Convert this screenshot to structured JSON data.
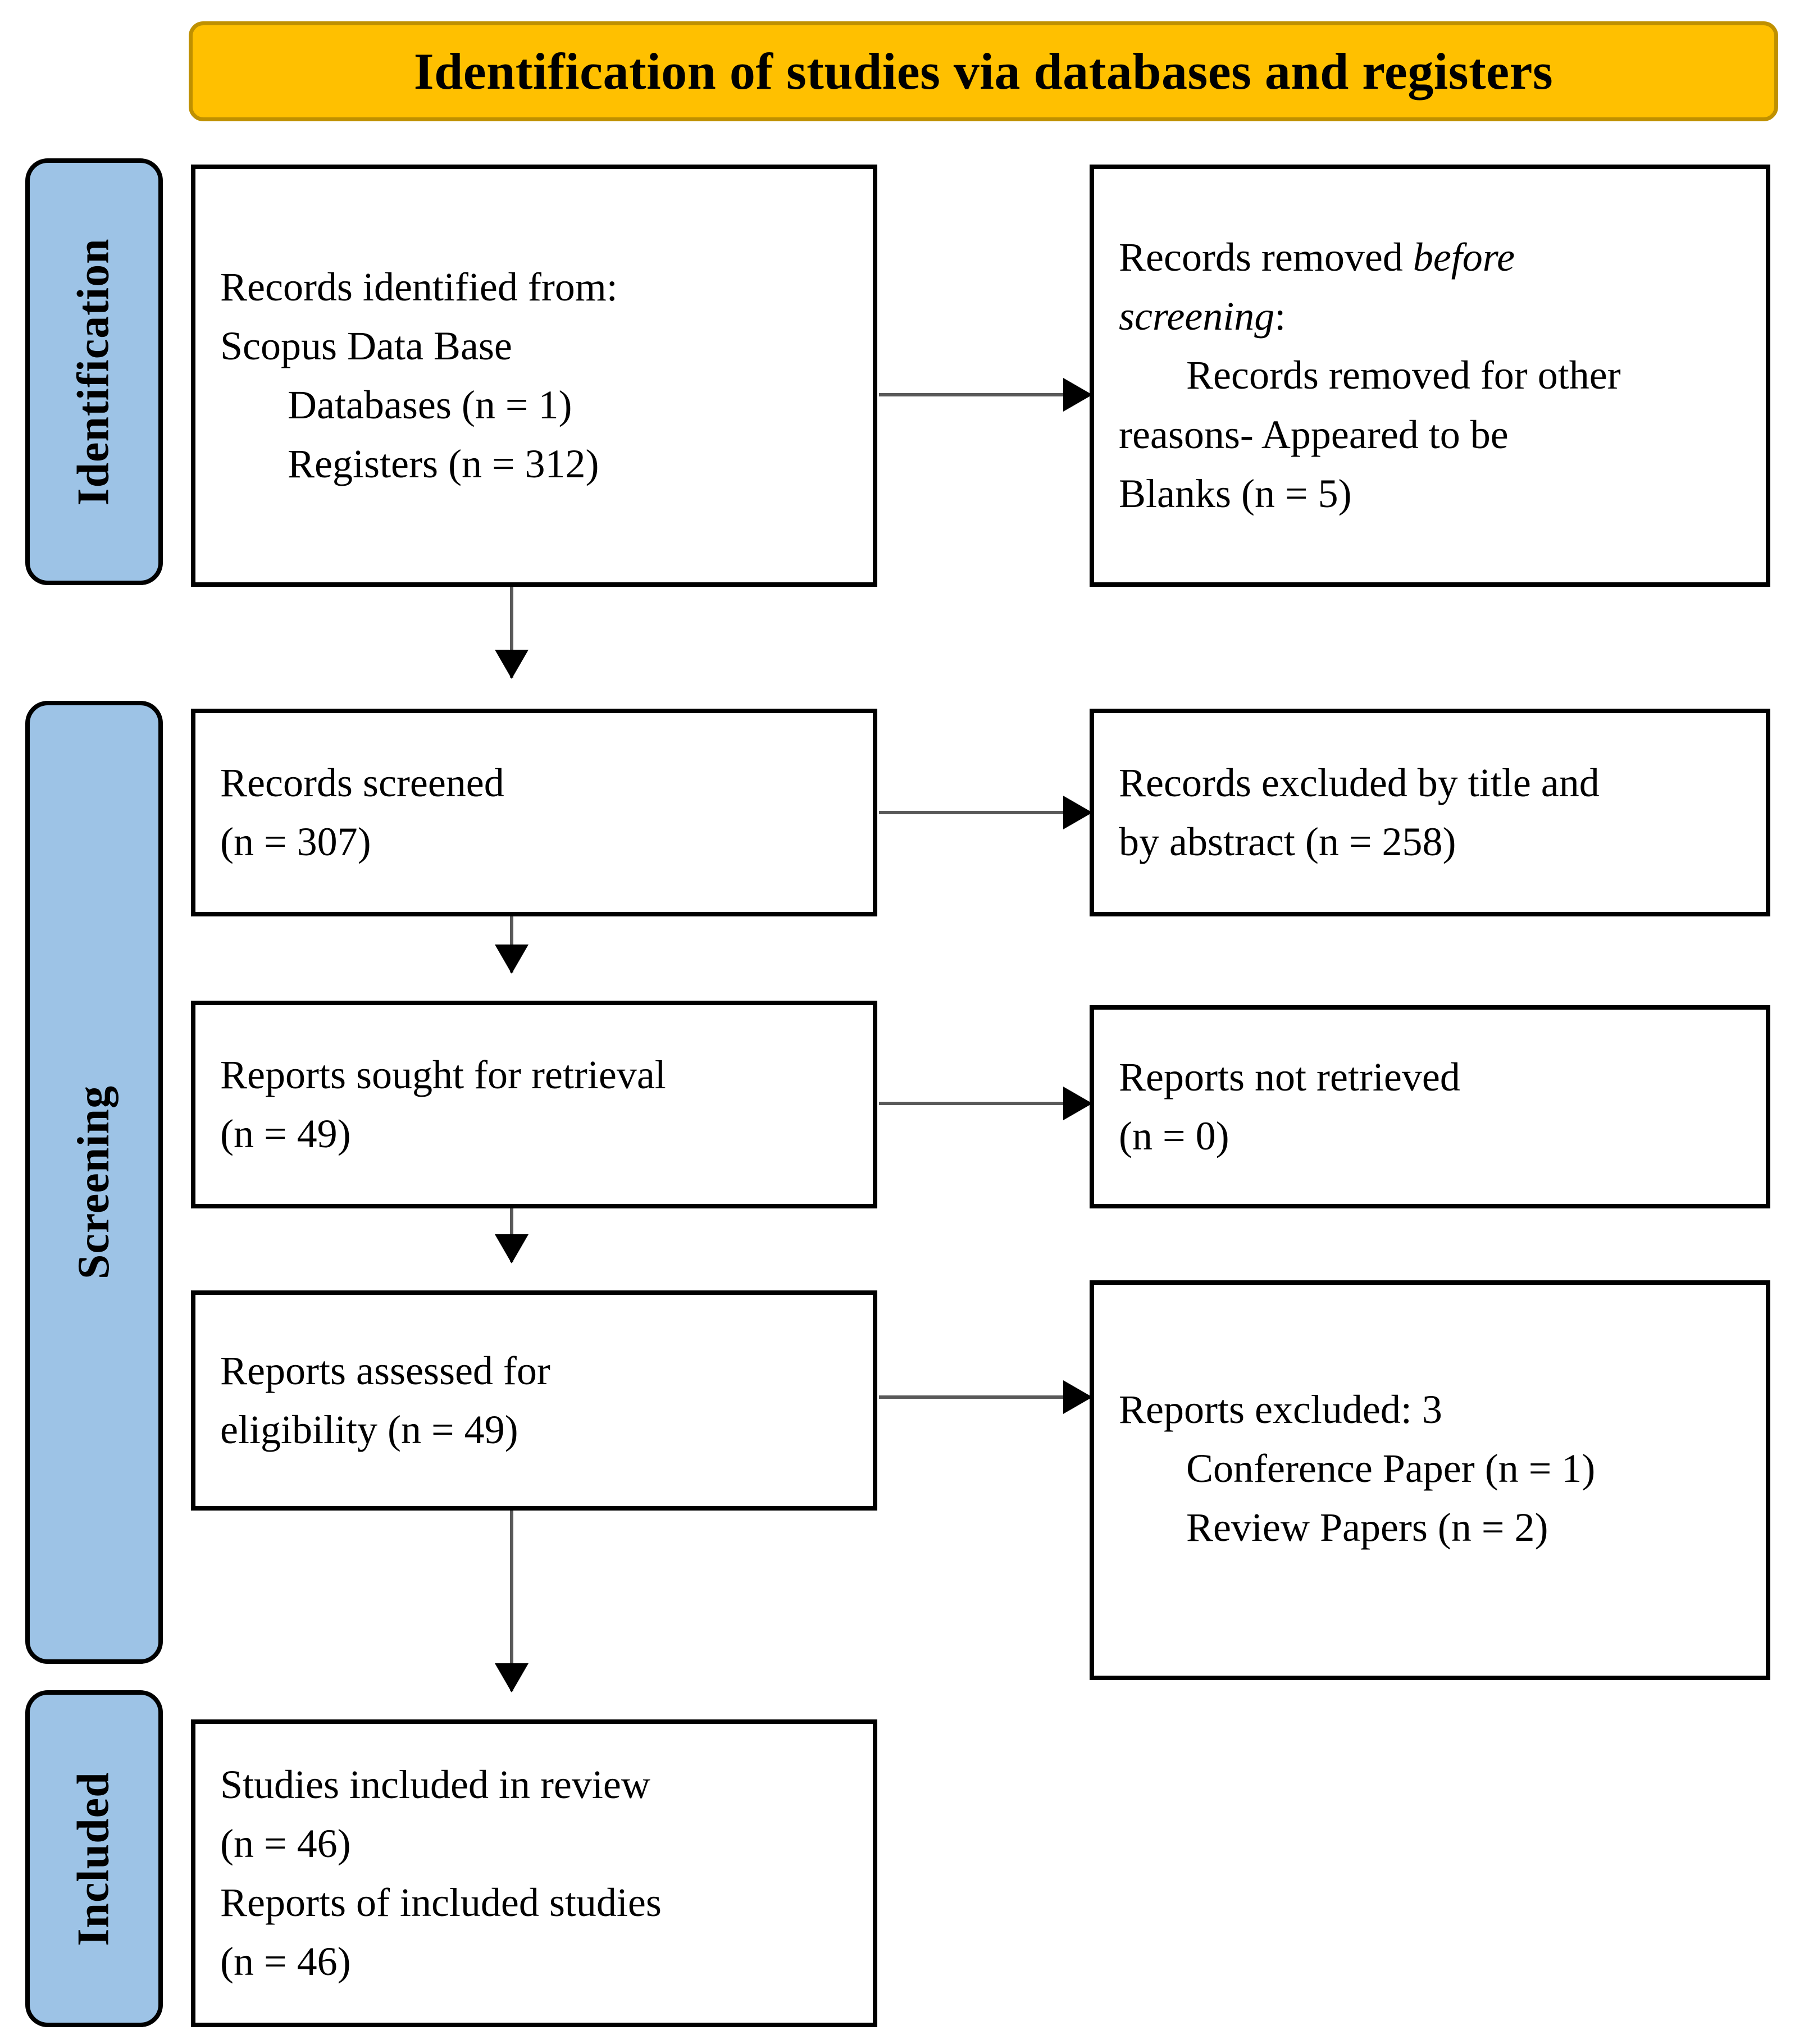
{
  "header": {
    "title": "Identification of studies via databases and registers",
    "background_color": "#FFC000",
    "border_color": "#BF9000"
  },
  "stages": {
    "background_color": "#9DC3E6",
    "items": [
      {
        "id": "identification",
        "label": "Identification"
      },
      {
        "id": "screening",
        "label": "Screening"
      },
      {
        "id": "included",
        "label": "Included"
      }
    ]
  },
  "boxes": {
    "identified": {
      "line1": "Records identified from:",
      "line2": "Scopus Data Base",
      "line3": "Databases (n = 1)",
      "line4": "Registers (n = 312)"
    },
    "removed_before_screening": {
      "line1_prefix": "Records removed ",
      "line1_italic": "before",
      "line2_italic": "screening",
      "line2_suffix": ":",
      "line3": "Records removed for other",
      "line4": "reasons- Appeared to be",
      "line5": "Blanks (n = 5)"
    },
    "records_screened": {
      "line1": "Records screened",
      "line2": "(n = 307)"
    },
    "records_excluded": {
      "line1": "Records excluded by title and",
      "line2": "by abstract (n = 258)"
    },
    "reports_sought": {
      "line1": "Reports sought for retrieval",
      "line2": "(n = 49)"
    },
    "reports_not_retrieved": {
      "line1": "Reports not retrieved",
      "line2": "(n = 0)"
    },
    "reports_assessed": {
      "line1": "Reports assessed for",
      "line2": "eligibility (n = 49)"
    },
    "reports_excluded": {
      "line1": "Reports excluded: 3",
      "line2": "Conference Paper (n = 1)",
      "line3": "Review Papers (n = 2)"
    },
    "studies_included": {
      "line1": "Studies included in review",
      "line2": "(n = 46)",
      "line3": "Reports of included studies",
      "line4": "(n = 46)"
    }
  },
  "chart_data": {
    "type": "diagram",
    "title": "Identification of studies via databases and registers",
    "nodes": [
      {
        "id": "identified",
        "stage": "Identification",
        "column": "left",
        "n_databases": 1,
        "n_registers": 312
      },
      {
        "id": "removed_before_screening",
        "stage": "Identification",
        "column": "right",
        "n_removed_other_reasons_blanks": 5
      },
      {
        "id": "records_screened",
        "stage": "Screening",
        "column": "left",
        "n": 307
      },
      {
        "id": "records_excluded",
        "stage": "Screening",
        "column": "right",
        "n": 258
      },
      {
        "id": "reports_sought",
        "stage": "Screening",
        "column": "left",
        "n": 49
      },
      {
        "id": "reports_not_retrieved",
        "stage": "Screening",
        "column": "right",
        "n": 0
      },
      {
        "id": "reports_assessed",
        "stage": "Screening",
        "column": "left",
        "n": 49
      },
      {
        "id": "reports_excluded",
        "stage": "Screening",
        "column": "right",
        "n_total": 3,
        "n_conference_paper": 1,
        "n_review_papers": 2
      },
      {
        "id": "studies_included",
        "stage": "Included",
        "column": "left",
        "n_studies": 46,
        "n_reports": 46
      }
    ],
    "edges": [
      {
        "from": "identified",
        "to": "removed_before_screening",
        "direction": "right"
      },
      {
        "from": "identified",
        "to": "records_screened",
        "direction": "down"
      },
      {
        "from": "records_screened",
        "to": "records_excluded",
        "direction": "right"
      },
      {
        "from": "records_screened",
        "to": "reports_sought",
        "direction": "down"
      },
      {
        "from": "reports_sought",
        "to": "reports_not_retrieved",
        "direction": "right"
      },
      {
        "from": "reports_sought",
        "to": "reports_assessed",
        "direction": "down"
      },
      {
        "from": "reports_assessed",
        "to": "reports_excluded",
        "direction": "right"
      },
      {
        "from": "reports_assessed",
        "to": "studies_included",
        "direction": "down"
      }
    ]
  }
}
